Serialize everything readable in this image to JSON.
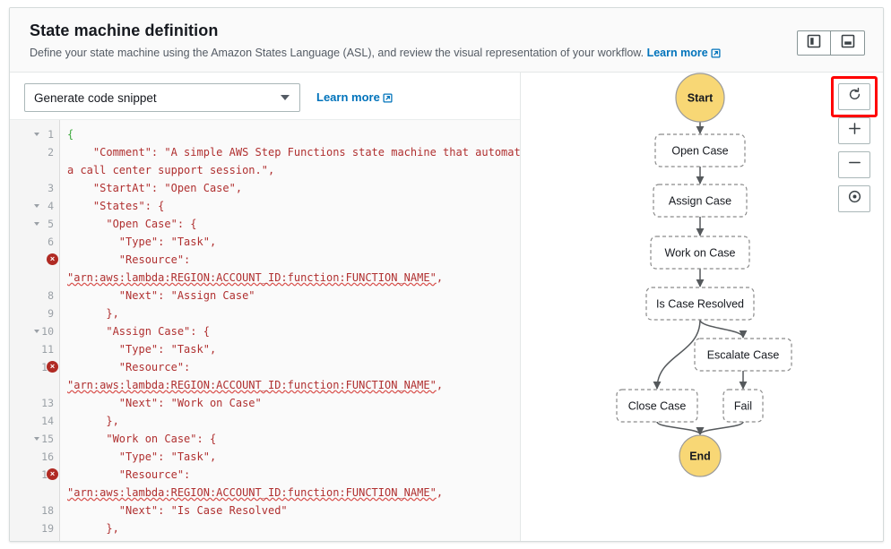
{
  "header": {
    "title": "State machine definition",
    "desc_before": "Define your state machine using the Amazon States Language (ASL), and review the visual representation of your workflow.",
    "learn_more": "Learn more",
    "toggle_vertical_name": "split-vertical",
    "toggle_horizontal_name": "split-horizontal"
  },
  "toolbar": {
    "select_value": "Generate code snippet",
    "learn_more": "Learn more"
  },
  "editor": {
    "lines": [
      {
        "num": "1",
        "fold": true,
        "error": false,
        "segments": [
          {
            "t": "{",
            "c": "tok-brace"
          }
        ]
      },
      {
        "num": "2",
        "fold": false,
        "error": false,
        "segments": [
          {
            "t": "    \"Comment\": \"A simple AWS Step Functions state machine that automates",
            "c": "tok-str"
          }
        ]
      },
      {
        "num": "",
        "fold": false,
        "error": false,
        "segments": [
          {
            "t": "a call center support session.\",",
            "c": "tok-str"
          }
        ]
      },
      {
        "num": "3",
        "fold": false,
        "error": false,
        "segments": [
          {
            "t": "    \"StartAt\": \"Open Case\",",
            "c": "tok-str"
          }
        ]
      },
      {
        "num": "4",
        "fold": true,
        "error": false,
        "segments": [
          {
            "t": "    \"States\": {",
            "c": "tok-str"
          }
        ]
      },
      {
        "num": "5",
        "fold": true,
        "error": false,
        "segments": [
          {
            "t": "      \"Open Case\": {",
            "c": "tok-str"
          }
        ]
      },
      {
        "num": "6",
        "fold": false,
        "error": false,
        "segments": [
          {
            "t": "        \"Type\": \"Task\",",
            "c": "tok-str"
          }
        ]
      },
      {
        "num": "7",
        "fold": false,
        "error": true,
        "segments": [
          {
            "t": "        \"Resource\":",
            "c": "tok-str"
          }
        ]
      },
      {
        "num": "",
        "fold": false,
        "error": false,
        "segments": [
          {
            "t": "\"arn:aws:lambda:REGION:ACCOUNT_ID:function:FUNCTION_NAME\"",
            "c": "tok-err"
          },
          {
            "t": ",",
            "c": "tok-str"
          }
        ]
      },
      {
        "num": "8",
        "fold": false,
        "error": false,
        "segments": [
          {
            "t": "        \"Next\": \"Assign Case\"",
            "c": "tok-str"
          }
        ]
      },
      {
        "num": "9",
        "fold": false,
        "error": false,
        "segments": [
          {
            "t": "      },",
            "c": "tok-str"
          }
        ]
      },
      {
        "num": "10",
        "fold": true,
        "error": false,
        "segments": [
          {
            "t": "      \"Assign Case\": {",
            "c": "tok-str"
          }
        ]
      },
      {
        "num": "11",
        "fold": false,
        "error": false,
        "segments": [
          {
            "t": "        \"Type\": \"Task\",",
            "c": "tok-str"
          }
        ]
      },
      {
        "num": "12",
        "fold": false,
        "error": true,
        "segments": [
          {
            "t": "        \"Resource\":",
            "c": "tok-str"
          }
        ]
      },
      {
        "num": "",
        "fold": false,
        "error": false,
        "segments": [
          {
            "t": "\"arn:aws:lambda:REGION:ACCOUNT_ID:function:FUNCTION_NAME\"",
            "c": "tok-err"
          },
          {
            "t": ",",
            "c": "tok-str"
          }
        ]
      },
      {
        "num": "13",
        "fold": false,
        "error": false,
        "segments": [
          {
            "t": "        \"Next\": \"Work on Case\"",
            "c": "tok-str"
          }
        ]
      },
      {
        "num": "14",
        "fold": false,
        "error": false,
        "segments": [
          {
            "t": "      },",
            "c": "tok-str"
          }
        ]
      },
      {
        "num": "15",
        "fold": true,
        "error": false,
        "segments": [
          {
            "t": "      \"Work on Case\": {",
            "c": "tok-str"
          }
        ]
      },
      {
        "num": "16",
        "fold": false,
        "error": false,
        "segments": [
          {
            "t": "        \"Type\": \"Task\",",
            "c": "tok-str"
          }
        ]
      },
      {
        "num": "17",
        "fold": false,
        "error": true,
        "segments": [
          {
            "t": "        \"Resource\":",
            "c": "tok-str"
          }
        ]
      },
      {
        "num": "",
        "fold": false,
        "error": false,
        "segments": [
          {
            "t": "\"arn:aws:lambda:REGION:ACCOUNT_ID:function:FUNCTION_NAME\"",
            "c": "tok-err"
          },
          {
            "t": ",",
            "c": "tok-str"
          }
        ]
      },
      {
        "num": "18",
        "fold": false,
        "error": false,
        "segments": [
          {
            "t": "        \"Next\": \"Is Case Resolved\"",
            "c": "tok-str"
          }
        ]
      },
      {
        "num": "19",
        "fold": false,
        "error": false,
        "segments": [
          {
            "t": "      },",
            "c": "tok-str"
          }
        ]
      }
    ]
  },
  "graph": {
    "controls": [
      {
        "name": "refresh-button",
        "icon": "refresh-icon",
        "highlighted": true
      },
      {
        "name": "zoom-in-button",
        "icon": "plus-icon",
        "highlighted": false
      },
      {
        "name": "zoom-out-button",
        "icon": "minus-icon",
        "highlighted": false
      },
      {
        "name": "center-button",
        "icon": "target-icon",
        "highlighted": false
      }
    ],
    "nodes": [
      {
        "id": "start",
        "label": "Start",
        "type": "terminal"
      },
      {
        "id": "open",
        "label": "Open Case",
        "type": "task"
      },
      {
        "id": "assign",
        "label": "Assign Case",
        "type": "task"
      },
      {
        "id": "work",
        "label": "Work on Case",
        "type": "task"
      },
      {
        "id": "resolved",
        "label": "Is Case Resolved",
        "type": "choice"
      },
      {
        "id": "escalate",
        "label": "Escalate Case",
        "type": "task"
      },
      {
        "id": "close",
        "label": "Close Case",
        "type": "task"
      },
      {
        "id": "fail",
        "label": "Fail",
        "type": "task"
      },
      {
        "id": "end",
        "label": "End",
        "type": "terminal"
      }
    ],
    "edges": [
      {
        "from": "start",
        "to": "open"
      },
      {
        "from": "open",
        "to": "assign"
      },
      {
        "from": "assign",
        "to": "work"
      },
      {
        "from": "work",
        "to": "resolved"
      },
      {
        "from": "resolved",
        "to": "close"
      },
      {
        "from": "resolved",
        "to": "escalate"
      },
      {
        "from": "escalate",
        "to": "fail"
      },
      {
        "from": "close",
        "to": "end"
      },
      {
        "from": "fail",
        "to": "end"
      }
    ],
    "colors": {
      "terminal_fill": "#f8d775",
      "terminal_stroke": "#9a9a9a",
      "node_stroke": "#8a8a8a",
      "edge": "#55595c"
    }
  }
}
